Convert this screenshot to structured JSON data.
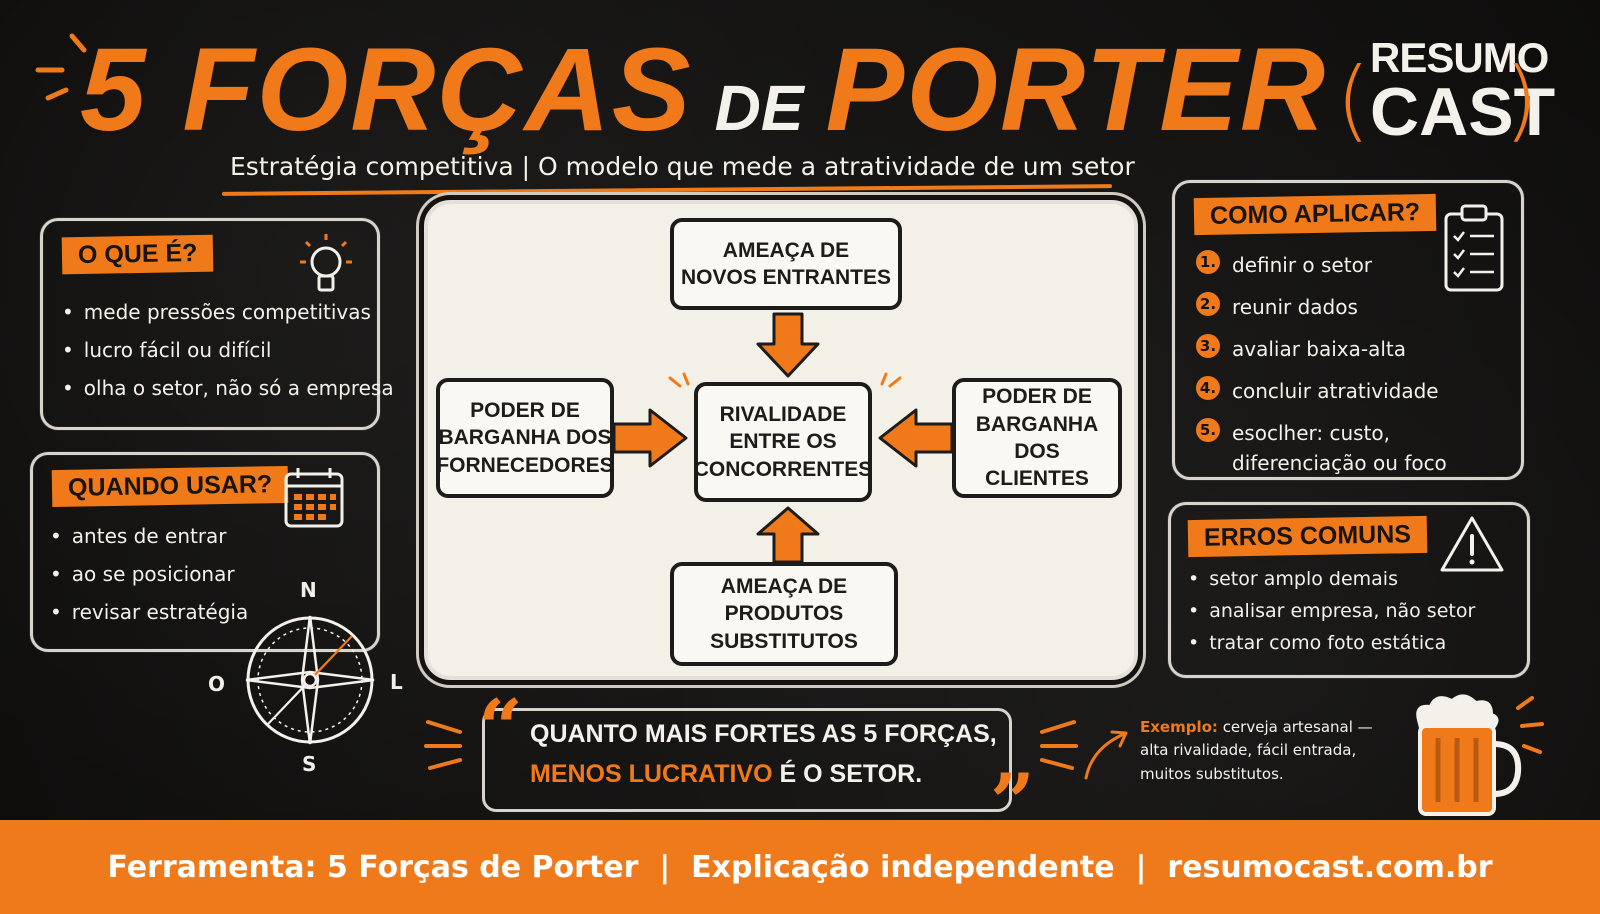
{
  "title": {
    "part1": "5 FORÇAS",
    "part2": "DE",
    "part3": "PORTER"
  },
  "subtitle": "Estratégia competitiva | O modelo que mede a atratividade de um setor",
  "logo": {
    "line1": "RESUMO",
    "line2": "CAST",
    "open": "(",
    "close": ")"
  },
  "o_que_e": {
    "heading": "O QUE É?",
    "items": [
      "mede pressões competitivas",
      "lucro fácil ou difícil",
      "olha o setor, não só a empresa"
    ]
  },
  "quando_usar": {
    "heading": "QUANDO USAR?",
    "items": [
      "antes de entrar",
      "ao se posicionar",
      "revisar estratégia"
    ]
  },
  "compass": {
    "n": "N",
    "s": "S",
    "o": "O",
    "l": "L"
  },
  "forces": {
    "top": "AMEAÇA DE\nNOVOS ENTRANTES",
    "left": "PODER DE\nBARGANHA DOS\nFORNECEDORES",
    "center": "RIVALIDADE\nENTRE OS\nCONCORRENTES",
    "right": "PODER DE\nBARGANHA DOS\nCLIENTES",
    "bottom": "AMEAÇA DE\nPRODUTOS\nSUBSTITUTOS"
  },
  "como_aplicar": {
    "heading": "COMO APLICAR?",
    "steps": [
      {
        "n": "1.",
        "text": "definir o setor"
      },
      {
        "n": "2.",
        "text": "reunir dados"
      },
      {
        "n": "3.",
        "text": "avaliar baixa-alta"
      },
      {
        "n": "4.",
        "text": "concluir atratividade"
      },
      {
        "n": "5.",
        "text": "esoclher: custo,\ndiferenciação ou foco"
      }
    ]
  },
  "erros_comuns": {
    "heading": "ERROS COMUNS",
    "items": [
      "setor amplo demais",
      "analisar empresa, não setor",
      "tratar como foto estática"
    ]
  },
  "quote": {
    "line1": "QUANTO MAIS FORTES AS 5 FORÇAS,",
    "highlight": "MENOS LUCRATIVO",
    "rest": " É O SETOR."
  },
  "exemplo": {
    "label": "Exemplo:",
    "text": " cerveja artesanal —",
    "line2": "alta rivalidade, fácil entrada,",
    "line3": "muitos substitutos."
  },
  "footer": "Ferramenta: 5 Forças de Porter  |  Explicação independente  |  resumocast.com.br",
  "colors": {
    "accent": "#f07a1a",
    "background": "#141312",
    "board": "#f3f0e8"
  }
}
